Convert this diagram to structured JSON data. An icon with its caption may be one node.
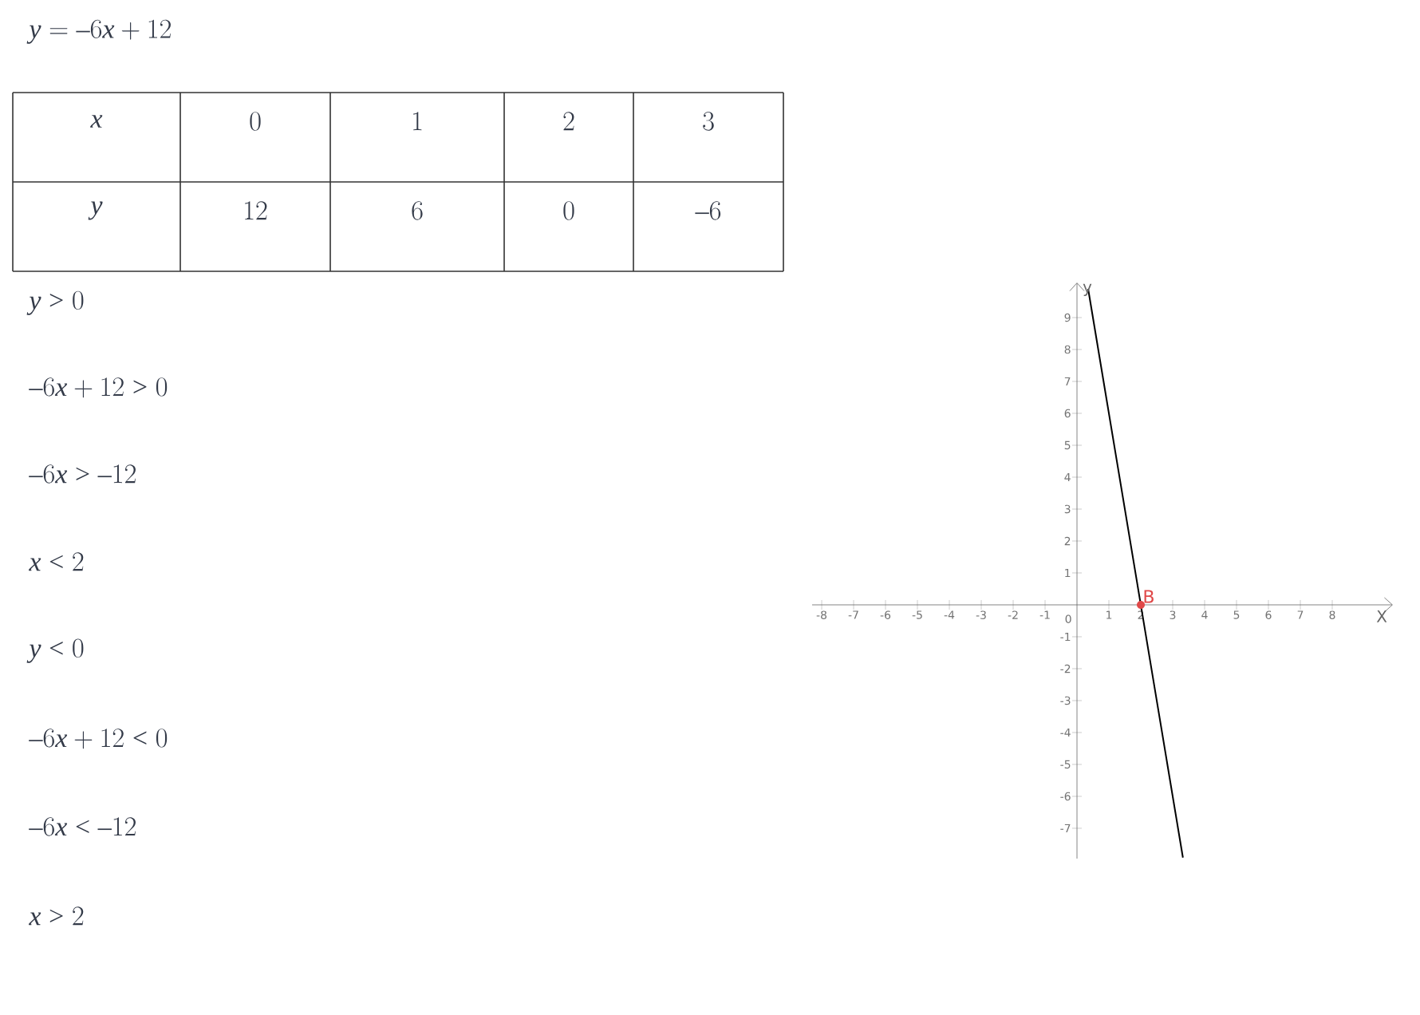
{
  "diagram": {
    "labels": [
      "y=-6x+12",
      "x",
      "0",
      "1",
      "2",
      "3",
      "y",
      "12",
      "6",
      "0",
      "-6",
      "y>0",
      "-6x+12>0",
      "-6x>-12",
      "x<2",
      "y<0",
      "-6x+12<0",
      "-6x<-12",
      "x>2",
      "0"
    ],
    "chart_data": {
      "type": "line",
      "xlabel": "X",
      "ylabel": "y",
      "x": [
        0.35,
        3.32
      ],
      "series": [
        {
          "color": "#000000",
          "values": [
            9.9,
            -7.92
          ]
        }
      ],
      "xlim": [
        -8.3,
        9.9
      ],
      "ylim": [
        -7.95,
        10.1
      ],
      "xticks": [
        {
          "value": -8,
          "label": "-8"
        },
        {
          "value": -7,
          "label": "-7"
        },
        {
          "value": -6,
          "label": "-6"
        },
        {
          "value": -5,
          "label": "-5"
        },
        {
          "value": -4,
          "label": "-4"
        },
        {
          "value": -3,
          "label": "-3"
        },
        {
          "value": -2,
          "label": "-2"
        },
        {
          "value": -1,
          "label": "-1"
        },
        1,
        2,
        3,
        4,
        5,
        6,
        7,
        8
      ],
      "yticks": [
        {
          "value": -7,
          "label": "-7"
        },
        {
          "value": -6,
          "label": "-6"
        },
        {
          "value": -5,
          "label": "-5"
        },
        {
          "value": -4,
          "label": "-4"
        },
        {
          "value": -3,
          "label": "-3"
        },
        {
          "value": -2,
          "label": "-2"
        },
        {
          "value": -1,
          "label": "-1"
        },
        1,
        2,
        3,
        4,
        5,
        6,
        7,
        8,
        9
      ],
      "annotations": [
        {
          "text": "B",
          "x": 2,
          "y": 0
        }
      ]
    }
  }
}
